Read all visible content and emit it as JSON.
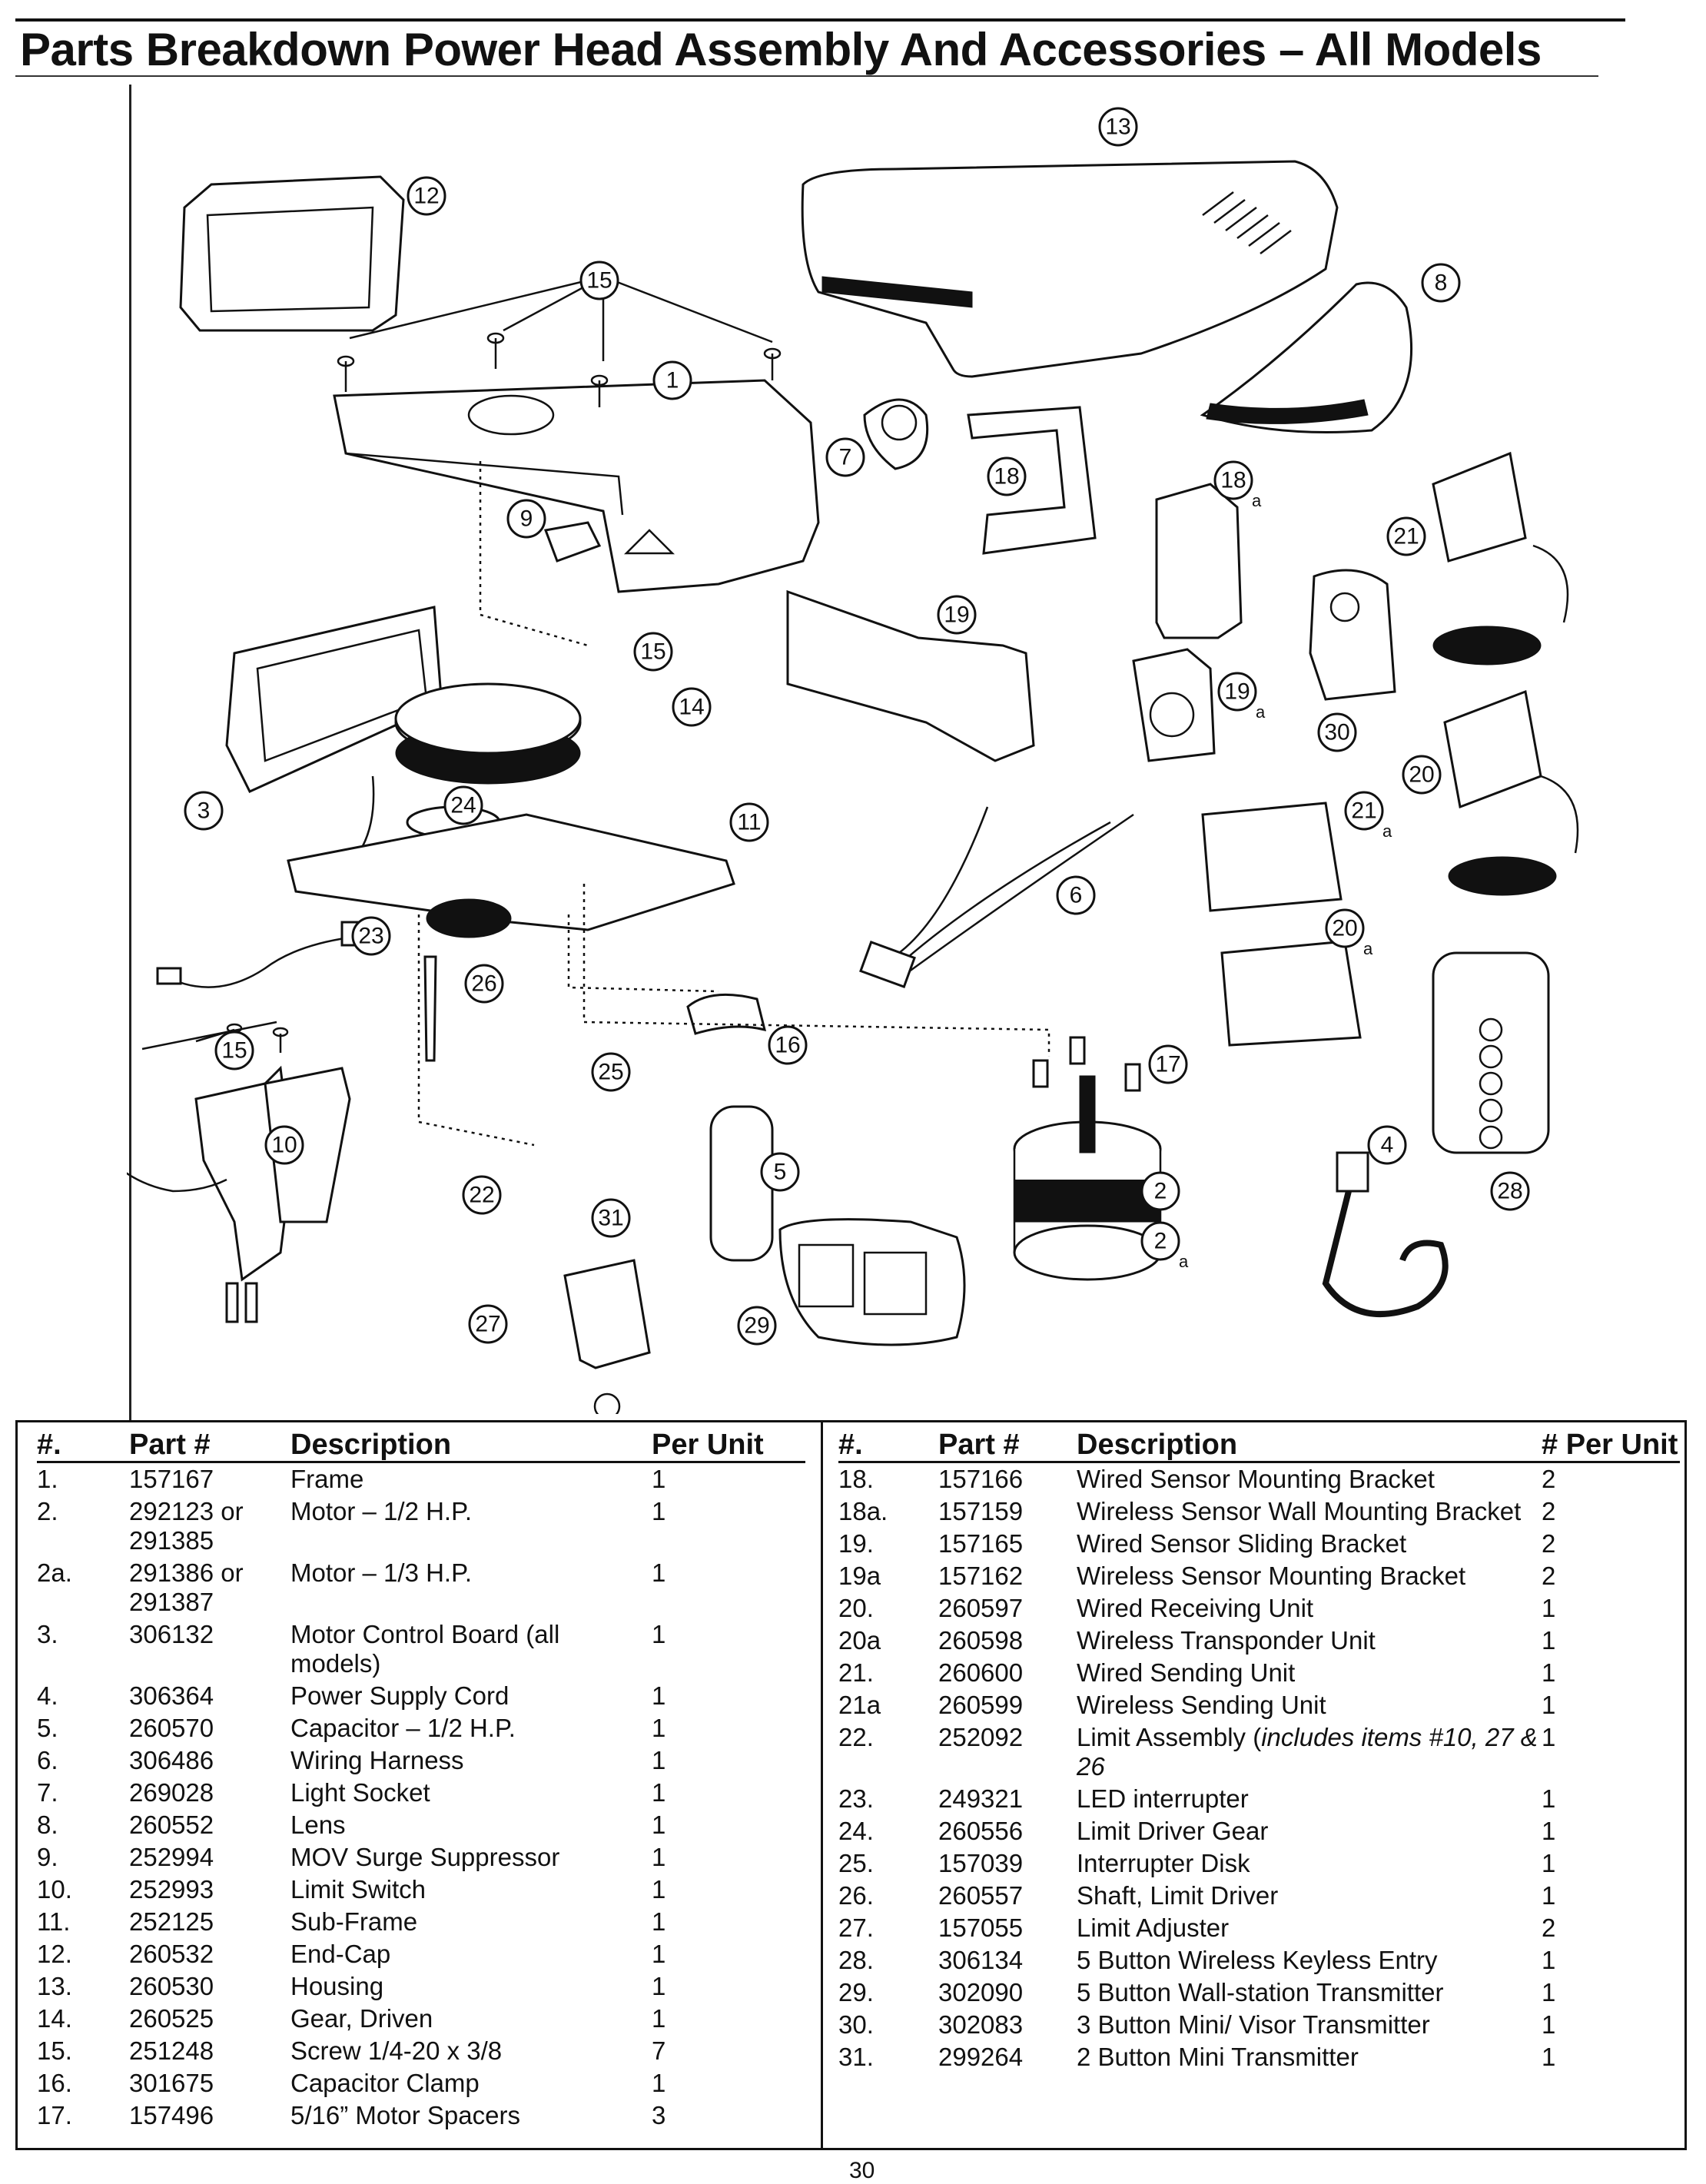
{
  "title": "Parts Breakdown Power Head Assembly And Accessories – All Models",
  "page_number": "30",
  "diagram": {
    "callouts": [
      {
        "id": "1",
        "sub": ""
      },
      {
        "id": "2",
        "sub": ""
      },
      {
        "id": "2",
        "sub": "a"
      },
      {
        "id": "3",
        "sub": ""
      },
      {
        "id": "4",
        "sub": ""
      },
      {
        "id": "5",
        "sub": ""
      },
      {
        "id": "6",
        "sub": ""
      },
      {
        "id": "7",
        "sub": ""
      },
      {
        "id": "8",
        "sub": ""
      },
      {
        "id": "9",
        "sub": ""
      },
      {
        "id": "10",
        "sub": ""
      },
      {
        "id": "11",
        "sub": ""
      },
      {
        "id": "12",
        "sub": ""
      },
      {
        "id": "13",
        "sub": ""
      },
      {
        "id": "14",
        "sub": ""
      },
      {
        "id": "15",
        "sub": ""
      },
      {
        "id": "15",
        "sub": ""
      },
      {
        "id": "15",
        "sub": ""
      },
      {
        "id": "16",
        "sub": ""
      },
      {
        "id": "17",
        "sub": ""
      },
      {
        "id": "18",
        "sub": ""
      },
      {
        "id": "18",
        "sub": "a"
      },
      {
        "id": "19",
        "sub": ""
      },
      {
        "id": "19",
        "sub": "a"
      },
      {
        "id": "20",
        "sub": ""
      },
      {
        "id": "20",
        "sub": "a"
      },
      {
        "id": "21",
        "sub": ""
      },
      {
        "id": "21",
        "sub": "a"
      },
      {
        "id": "22",
        "sub": ""
      },
      {
        "id": "23",
        "sub": ""
      },
      {
        "id": "24",
        "sub": ""
      },
      {
        "id": "25",
        "sub": ""
      },
      {
        "id": "26",
        "sub": ""
      },
      {
        "id": "27",
        "sub": ""
      },
      {
        "id": "28",
        "sub": ""
      },
      {
        "id": "29",
        "sub": ""
      },
      {
        "id": "30",
        "sub": ""
      },
      {
        "id": "31",
        "sub": ""
      }
    ]
  },
  "table": {
    "headers": {
      "num": "#.",
      "part": "Part #",
      "description": "Description",
      "per_unit_left": "Per Unit",
      "per_unit_right": "# Per Unit"
    },
    "left_rows": [
      {
        "num": "1.",
        "part": "157167",
        "desc": "Frame",
        "qty": "1"
      },
      {
        "num": "2.",
        "part": "292123 or 291385",
        "desc": "Motor – 1/2 H.P.",
        "qty": "1"
      },
      {
        "num": "2a.",
        "part": "291386 or 291387",
        "desc": "Motor – 1/3 H.P.",
        "qty": "1"
      },
      {
        "num": "3.",
        "part": "306132",
        "desc": "Motor Control Board (all models)",
        "qty": "1"
      },
      {
        "num": "4.",
        "part": "306364",
        "desc": "Power Supply Cord",
        "qty": "1"
      },
      {
        "num": "5.",
        "part": "260570",
        "desc": "Capacitor – 1/2 H.P.",
        "qty": "1"
      },
      {
        "num": "6.",
        "part": "306486",
        "desc": "Wiring Harness",
        "qty": "1"
      },
      {
        "num": "7.",
        "part": "269028",
        "desc": "Light Socket",
        "qty": "1"
      },
      {
        "num": "8.",
        "part": "260552",
        "desc": "Lens",
        "qty": "1"
      },
      {
        "num": "9.",
        "part": "252994",
        "desc": "MOV Surge Suppressor",
        "qty": "1"
      },
      {
        "num": "10.",
        "part": "252993",
        "desc": "Limit Switch",
        "qty": "1"
      },
      {
        "num": "11.",
        "part": "252125",
        "desc": "Sub-Frame",
        "qty": "1"
      },
      {
        "num": "12.",
        "part": "260532",
        "desc": "End-Cap",
        "qty": "1"
      },
      {
        "num": "13.",
        "part": "260530",
        "desc": "Housing",
        "qty": "1"
      },
      {
        "num": "14.",
        "part": "260525",
        "desc": "Gear, Driven",
        "qty": "1"
      },
      {
        "num": "15.",
        "part": "251248",
        "desc": "Screw 1/4-20 x 3/8",
        "qty": "7"
      },
      {
        "num": "16.",
        "part": "301675",
        "desc": "Capacitor Clamp",
        "qty": "1"
      },
      {
        "num": "17.",
        "part": "157496",
        "desc": "5/16” Motor Spacers",
        "qty": "3"
      }
    ],
    "right_rows": [
      {
        "num": "18.",
        "part": "157166",
        "desc": "Wired Sensor Mounting Bracket",
        "desc_note": "",
        "qty": "2"
      },
      {
        "num": "18a.",
        "part": "157159",
        "desc": "Wireless Sensor Wall Mounting Bracket",
        "desc_note": "",
        "qty": "2"
      },
      {
        "num": "19.",
        "part": "157165",
        "desc": "Wired Sensor Sliding Bracket",
        "desc_note": "",
        "qty": "2"
      },
      {
        "num": "19a",
        "part": "157162",
        "desc": "Wireless Sensor Mounting Bracket",
        "desc_note": "",
        "qty": "2"
      },
      {
        "num": "20.",
        "part": "260597",
        "desc": "Wired Receiving Unit",
        "desc_note": "",
        "qty": "1"
      },
      {
        "num": "20a",
        "part": "260598",
        "desc": "Wireless Transponder Unit",
        "desc_note": "",
        "qty": "1"
      },
      {
        "num": "21.",
        "part": "260600",
        "desc": "Wired Sending Unit",
        "desc_note": "",
        "qty": "1"
      },
      {
        "num": "21a",
        "part": "260599",
        "desc": "Wireless Sending Unit",
        "desc_note": "",
        "qty": "1"
      },
      {
        "num": "22.",
        "part": "252092",
        "desc": "Limit Assembly (",
        "desc_note": "includes items #10, 27 & 26",
        "qty": "1"
      },
      {
        "num": "23.",
        "part": "249321",
        "desc": "LED interrupter",
        "desc_note": "",
        "qty": "1"
      },
      {
        "num": "24.",
        "part": "260556",
        "desc": "Limit Driver Gear",
        "desc_note": "",
        "qty": "1"
      },
      {
        "num": "25.",
        "part": "157039",
        "desc": "Interrupter Disk",
        "desc_note": "",
        "qty": "1"
      },
      {
        "num": "26.",
        "part": "260557",
        "desc": "Shaft, Limit Driver",
        "desc_note": "",
        "qty": "1"
      },
      {
        "num": "27.",
        "part": "157055",
        "desc": "Limit Adjuster",
        "desc_note": "",
        "qty": "2"
      },
      {
        "num": "28.",
        "part": "306134",
        "desc": "5 Button Wireless Keyless Entry",
        "desc_note": "",
        "qty": "1"
      },
      {
        "num": "29.",
        "part": "302090",
        "desc": "5 Button Wall-station Transmitter",
        "desc_note": "",
        "qty": "1"
      },
      {
        "num": "30.",
        "part": "302083",
        "desc": "3 Button Mini/ Visor Transmitter",
        "desc_note": "",
        "qty": "1"
      },
      {
        "num": "31.",
        "part": "299264",
        "desc": "2 Button Mini Transmitter",
        "desc_note": "",
        "qty": "1"
      }
    ]
  }
}
